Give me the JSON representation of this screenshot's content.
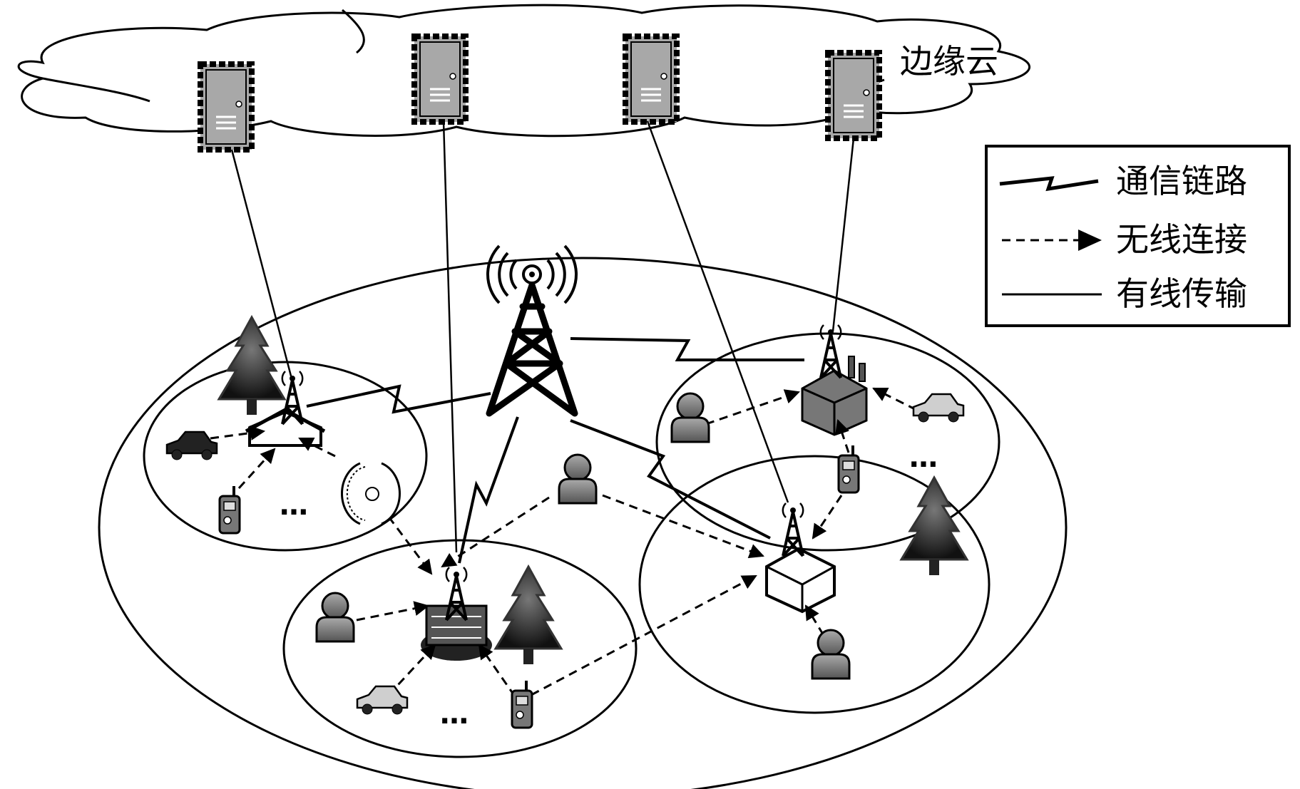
{
  "cloud": {
    "label": "边缘云",
    "servers": 4
  },
  "legend": {
    "items": [
      {
        "label": "通信链路",
        "icon": "communication-link-icon"
      },
      {
        "label": "无线连接",
        "icon": "wireless-connection-icon"
      },
      {
        "label": "有线传输",
        "icon": "wired-transmission-icon"
      }
    ]
  },
  "ellipsis": "…",
  "colors": {
    "stroke": "#000000",
    "server": "#a8a8a8",
    "person": "#808080",
    "tree": "#1a1a1a",
    "car": "#cfcfcf"
  }
}
